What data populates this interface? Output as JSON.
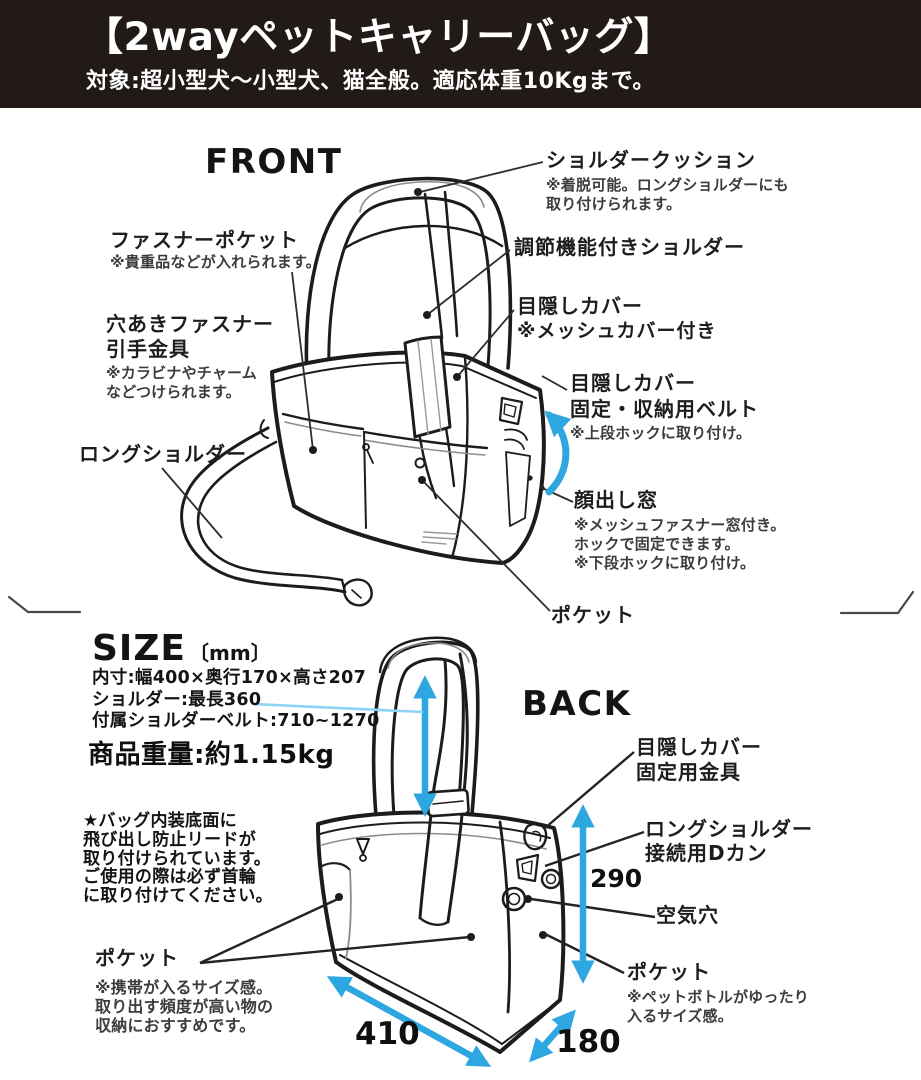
{
  "header": {
    "title": "【2wayペットキャリーバッグ】",
    "subtitle": "対象:超小型犬〜小型犬、猫全般。適応体重10Kgまで。"
  },
  "front": {
    "heading": "FRONT",
    "shoulder_cushion": {
      "title": "ショルダークッション",
      "note": "※着脱可能。ロングショルダーにも\n取り付けられます。"
    },
    "fastener_pocket": {
      "title": "ファスナーポケット",
      "note": "※貴重品などが入れられます。"
    },
    "adjustable_shoulder": {
      "title": "調節機能付きショルダー"
    },
    "privacy_cover": {
      "title": "目隠しカバー",
      "note": "※メッシュカバー付き"
    },
    "hole_fastener": {
      "title": "穴あきファスナー\n引手金具",
      "note": "※カラビナやチャーム\nなどつけられます。"
    },
    "cover_belt": {
      "title": "目隠しカバー\n固定・収納用ベルト",
      "note": "※上段ホックに取り付け。"
    },
    "long_shoulder": {
      "title": "ロングショルダー"
    },
    "face_window": {
      "title": "顔出し窓",
      "note": "※メッシュファスナー窓付き。\nホックで固定できます。\n※下段ホックに取り付け。"
    },
    "pocket": {
      "title": "ポケット"
    }
  },
  "size": {
    "heading": "SIZE",
    "unit": "〔mm〕",
    "inner": "内寸:幅400×奥行170×高さ207",
    "shoulder": "ショルダー:最長360",
    "belt": "付属ショルダーベルト:710~1270",
    "weight": "商品重量:約1.15kg"
  },
  "back": {
    "heading": "BACK",
    "warning": "★バッグ内装底面に\n飛び出し防止リードが\n取り付けられています。\nご使用の際は必ず首輪\nに取り付けてください。",
    "cover_fitting": {
      "title": "目隠しカバー\n固定用金具"
    },
    "d_ring": {
      "title": "ロングショルダー\n接続用Dカン"
    },
    "air_hole": {
      "title": "空気穴"
    },
    "pocket_left": {
      "title": "ポケット",
      "note": "※携帯が入るサイズ感。\n取り出す頻度が高い物の\n収納におすすめです。"
    },
    "pocket_right": {
      "title": "ポケット",
      "note": "※ペットボトルがゆったり\n入るサイズ感。"
    },
    "dim_height": "290",
    "dim_width": "410",
    "dim_depth": "180"
  },
  "colors": {
    "header_bg": "#211a16",
    "arrow_blue": "#2ea7e0",
    "size_line_blue": "#8fd3f4"
  }
}
